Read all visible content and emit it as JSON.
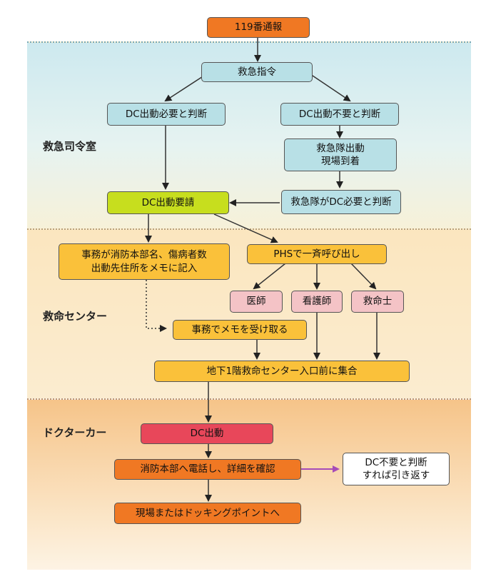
{
  "zones": [
    {
      "id": "dispatch",
      "label": "救急司令室"
    },
    {
      "id": "center",
      "label": "救命センター"
    },
    {
      "id": "doctorcar",
      "label": "ドクターカー"
    }
  ],
  "nodes": {
    "call": "119番通報",
    "dispatch": "救急指令",
    "dc_needed": "DC出動必要と判断",
    "dc_not_needed": "DC出動不要と判断",
    "ambulance_arrive": "救急隊出動\n現場到着",
    "dc_request": "DC出動要請",
    "ambulance_judge": "救急隊がDC必要と判断",
    "office_memo": "事務が消防本部名、傷病者数\n出動先住所をメモに記入",
    "phs": "PHSで一斉呼び出し",
    "doctor": "医師",
    "nurse": "看護師",
    "paramedic": "救命士",
    "receive_memo": "事務でメモを受け取る",
    "gather": "地下1階救命センター入口前に集合",
    "dc_depart": "DC出動",
    "call_hq": "消防本部へ電話し、詳細を確認",
    "return": "DC不要と判断\nすれば引き返す",
    "to_site": "現場またはドッキングポイントへ"
  },
  "colors": {
    "orange": "#f07823",
    "blue": "#b8e0e6",
    "green": "#c7de1e",
    "yellow": "#fac13a",
    "pink": "#f4c3c6",
    "red": "#e8475a",
    "purple_arrow": "#a64bb8"
  }
}
